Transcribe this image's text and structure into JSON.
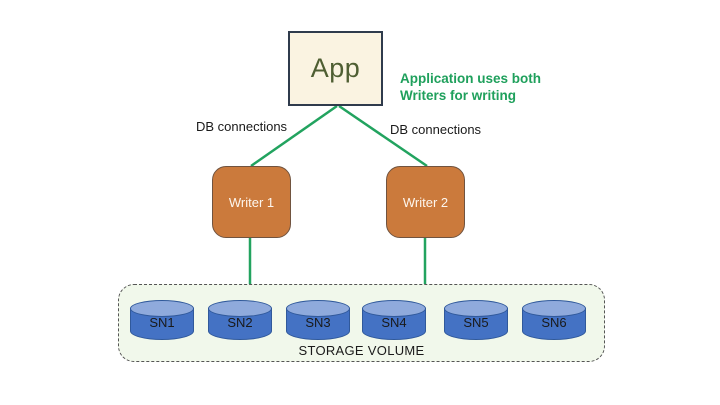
{
  "app": {
    "label": "App"
  },
  "annotation": {
    "line1": "Application uses both",
    "line2": "Writers for writing"
  },
  "connections": {
    "left_label": "DB connections",
    "right_label": "DB connections"
  },
  "writers": [
    {
      "label": "Writer 1"
    },
    {
      "label": "Writer 2"
    }
  ],
  "storage": {
    "label": "STORAGE VOLUME",
    "nodes": [
      {
        "label": "SN1"
      },
      {
        "label": "SN2"
      },
      {
        "label": "SN3"
      },
      {
        "label": "SN4"
      },
      {
        "label": "SN5"
      },
      {
        "label": "SN6"
      }
    ]
  },
  "colors": {
    "connector_green": "#22a35f",
    "annotation_green": "#1fa05c",
    "app_fill": "#faf3e1",
    "app_border": "#2f3b4c",
    "app_text": "#4e5e32",
    "writer_fill": "#cb7a3c",
    "writer_border": "#70533f",
    "cylinder_body": "#4472c4",
    "cylinder_top": "#8faadc",
    "cylinder_border": "#30599b",
    "storage_fill": "#f1f8eb",
    "storage_border": "#555555",
    "background": "#ffffff"
  }
}
